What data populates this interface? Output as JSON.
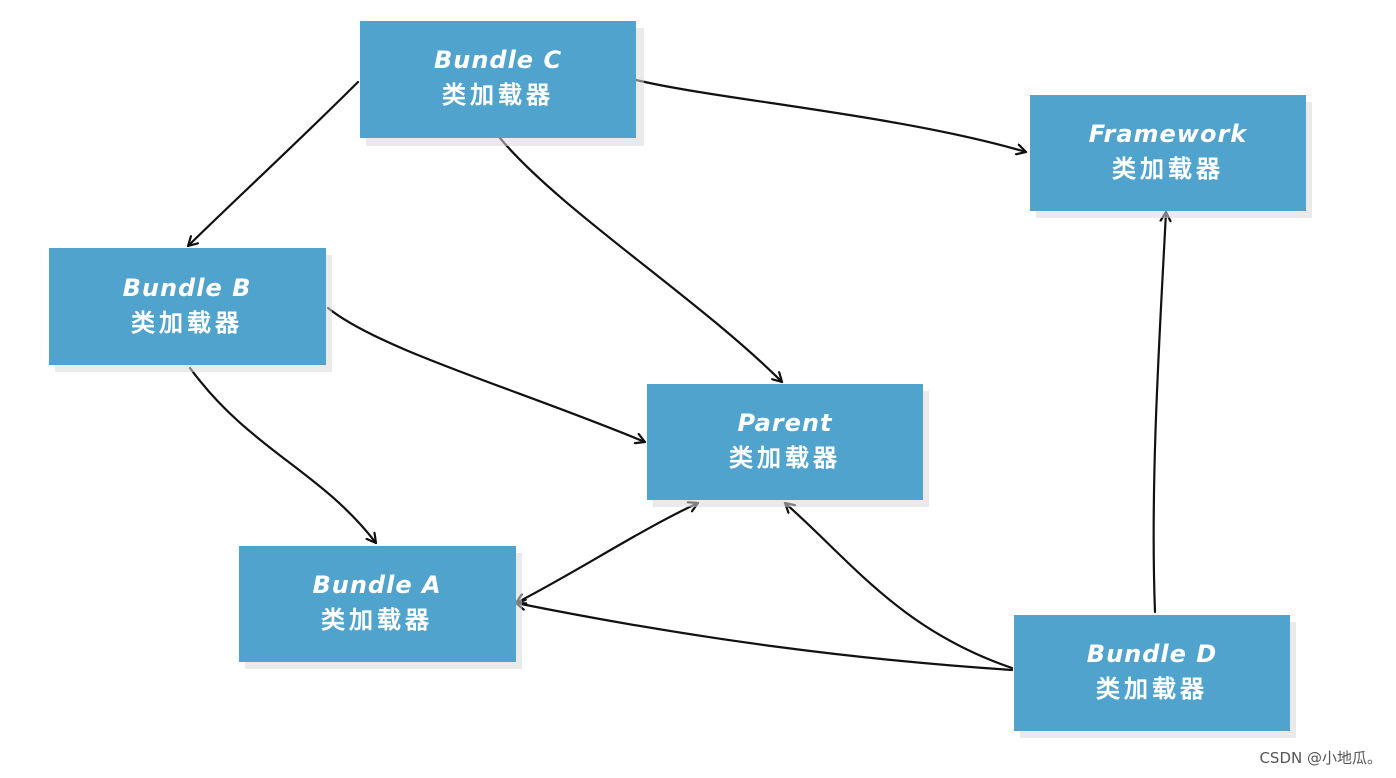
{
  "nodes": {
    "bundle_c": {
      "title": "Bundle C",
      "subtitle": "类加载器"
    },
    "framework": {
      "title": "Framework",
      "subtitle": "类加载器"
    },
    "bundle_b": {
      "title": "Bundle B",
      "subtitle": "类加载器"
    },
    "parent": {
      "title": "Parent",
      "subtitle": "类加载器"
    },
    "bundle_a": {
      "title": "Bundle A",
      "subtitle": "类加载器"
    },
    "bundle_d": {
      "title": "Bundle D",
      "subtitle": "类加载器"
    }
  },
  "edges": [
    {
      "from": "Bundle C",
      "to": "Framework"
    },
    {
      "from": "Bundle C",
      "to": "Bundle B"
    },
    {
      "from": "Bundle C",
      "to": "Parent"
    },
    {
      "from": "Bundle B",
      "to": "Parent"
    },
    {
      "from": "Bundle B",
      "to": "Bundle A"
    },
    {
      "from": "Bundle A",
      "to": "Parent",
      "bidirectional": true
    },
    {
      "from": "Bundle D",
      "to": "Bundle A"
    },
    {
      "from": "Bundle D",
      "to": "Parent"
    },
    {
      "from": "Bundle D",
      "to": "Framework"
    }
  ],
  "colors": {
    "node_fill": "#4fa3cc",
    "node_text": "#ffffff",
    "edge": "#111111"
  },
  "watermark": "CSDN @小地瓜。"
}
